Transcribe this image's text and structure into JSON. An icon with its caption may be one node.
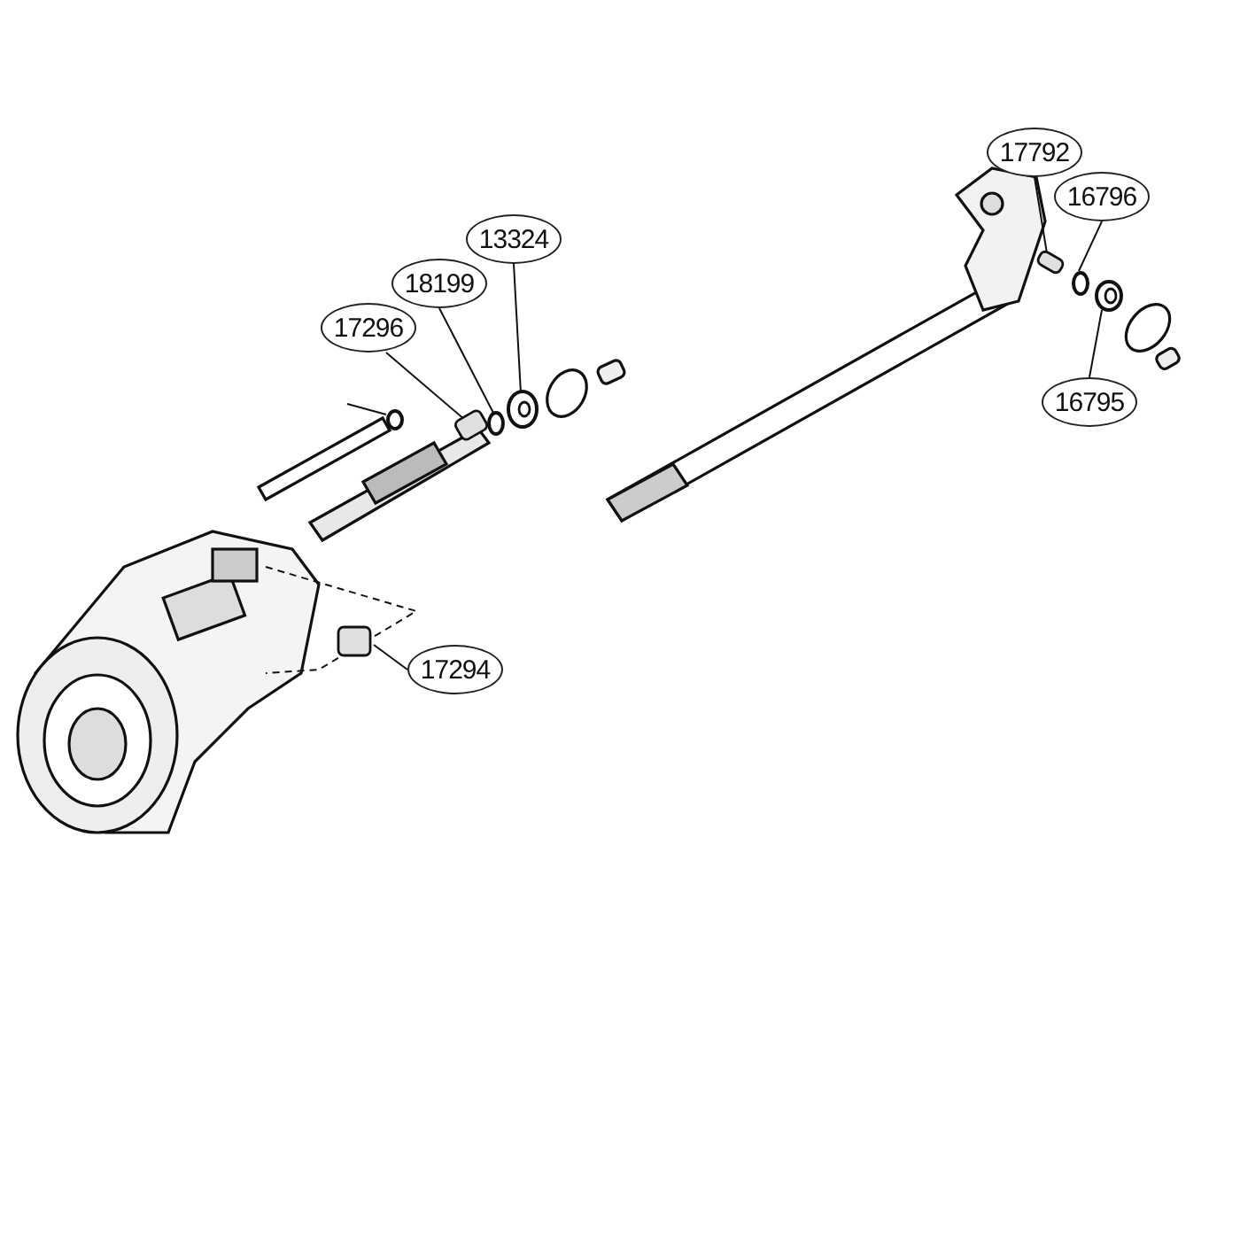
{
  "diagram": {
    "nodes": [
      {
        "text": [
          "17296"
        ]
      },
      {
        "text": [],
        "shape": "box"
      },
      {
        "text": [
          "18199"
        ]
      },
      {
        "text": [],
        "shape": "circle"
      },
      {
        "text": [
          "13324"
        ]
      },
      {
        "text": [],
        "shape": "circle"
      },
      {
        "text": [
          "17792"
        ]
      },
      {
        "text": [],
        "shape": "box"
      },
      {
        "text": [
          "16796"
        ]
      },
      {
        "text": [],
        "shape": "circle"
      },
      {
        "text": [
          "16795"
        ]
      },
      {
        "text": [],
        "shape": "circle"
      },
      {
        "text": [
          "17294"
        ]
      },
      {
        "text": [],
        "shape": "box"
      },
      {
        "text": [],
        "shape": "circle"
      }
    ],
    "edges": [
      {
        "from": 0,
        "to": 1,
        "arrow": "none"
      },
      {
        "from": 2,
        "to": 3,
        "arrow": "none"
      },
      {
        "from": 4,
        "to": 5,
        "arrow": "none"
      },
      {
        "from": 6,
        "to": 7,
        "arrow": "none"
      },
      {
        "from": 8,
        "to": 9,
        "arrow": "none"
      },
      {
        "from": 10,
        "to": 11,
        "arrow": "none"
      },
      {
        "from": 12,
        "to": 13,
        "arrow": "none"
      },
      {
        "from": null,
        "to": 14,
        "arrow": "none"
      }
    ]
  }
}
